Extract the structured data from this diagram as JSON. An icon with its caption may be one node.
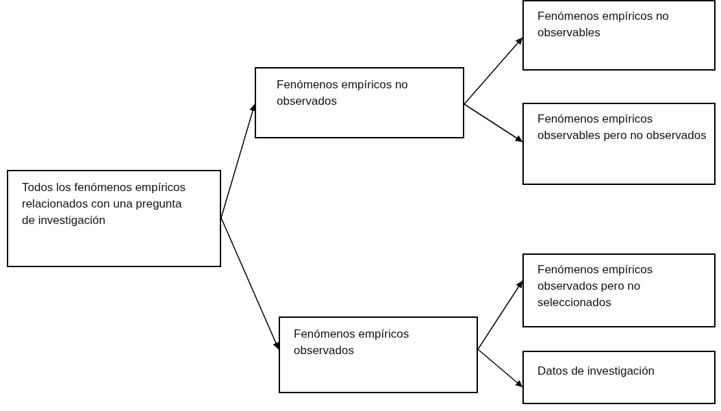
{
  "diagram": {
    "nodes": [
      {
        "text": [
          "Todos los fenómenos empíricos relacionados con una pregunta de investigación"
        ]
      },
      {
        "text": [
          "Fenómenos empíricos no observados"
        ]
      },
      {
        "text": [
          "Fenómenos empíricos observados"
        ]
      },
      {
        "text": [
          "Fenómenos empíricos no observables"
        ]
      },
      {
        "text": [
          "Fenómenos empíricos observables pero no observados"
        ]
      },
      {
        "text": [
          "Fenómenos empíricos observados pero no seleccionados"
        ]
      },
      {
        "text": [
          "Datos de investigación"
        ]
      }
    ],
    "edges": [
      {
        "from": 0,
        "to": 1,
        "arrow": "to"
      },
      {
        "from": 0,
        "to": 2,
        "arrow": "to"
      },
      {
        "from": 1,
        "to": 3,
        "arrow": "to"
      },
      {
        "from": 1,
        "to": 4,
        "arrow": "to"
      },
      {
        "from": 2,
        "to": 5,
        "arrow": "to"
      },
      {
        "from": 2,
        "to": 6,
        "arrow": "to"
      }
    ]
  }
}
